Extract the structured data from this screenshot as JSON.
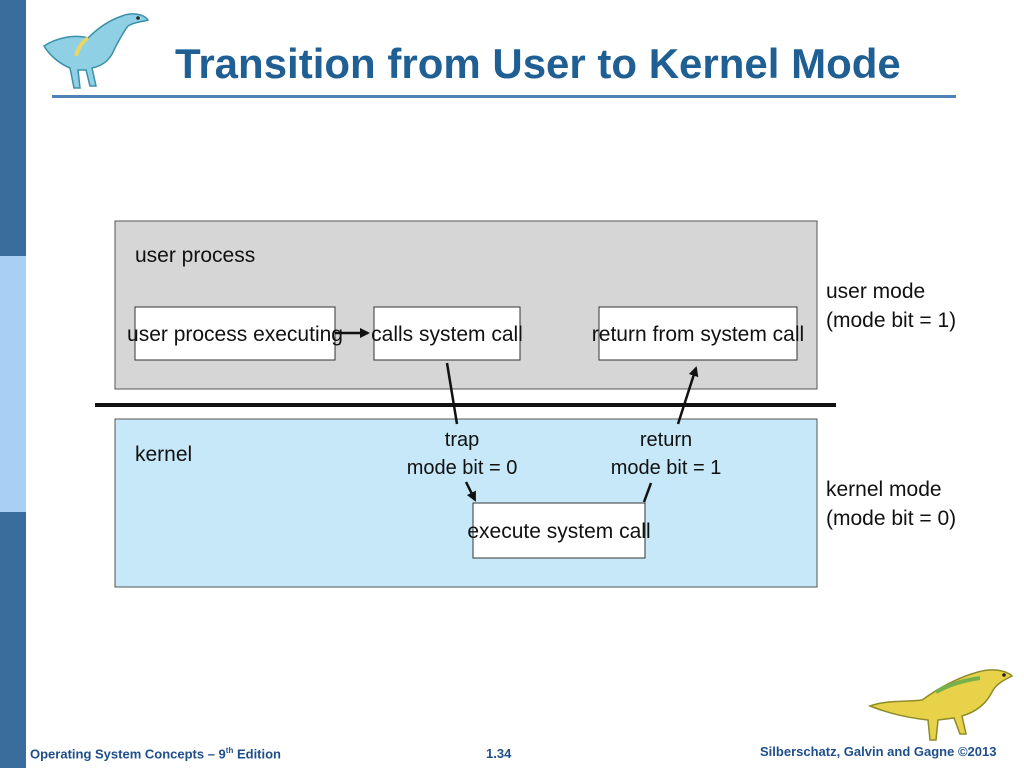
{
  "slide": {
    "title": "Transition from User to Kernel Mode"
  },
  "diagram": {
    "user_region_label": "user process",
    "kernel_region_label": "kernel",
    "boxes": {
      "user_executing": "user process executing",
      "calls_syscall": "calls system call",
      "return_syscall": "return from system call",
      "execute_syscall": "execute system call"
    },
    "trap_label": {
      "line1": "trap",
      "line2": "mode bit = 0"
    },
    "return_label": {
      "line1": "return",
      "line2": "mode bit = 1"
    },
    "user_mode_label": {
      "line1": "user mode",
      "line2": "(mode bit = 1)"
    },
    "kernel_mode_label": {
      "line1": "kernel mode",
      "line2": "(mode bit = 0)"
    }
  },
  "footer": {
    "left_prefix": "Operating System Concepts – 9",
    "left_sup": "th",
    "left_suffix": " Edition",
    "page_number": "1.34",
    "right": "Silberschatz, Galvin and Gagne ©2013"
  },
  "colors": {
    "title": "#1f5f94",
    "user_region_fill": "#d6d6d6",
    "kernel_region_fill": "#c6e8f8",
    "side_bar": "#3a6c9c"
  },
  "icons": [
    "dinosaur-icon",
    "dinosaur-icon"
  ]
}
